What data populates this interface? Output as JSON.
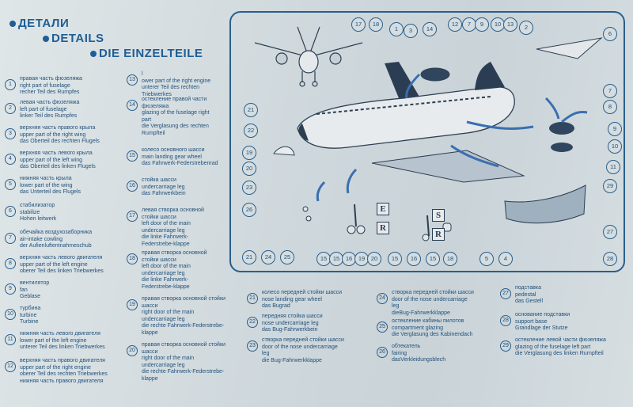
{
  "headings": [
    "ДЕТАЛИ",
    "DETAILS",
    "DIE EINZELTEILE"
  ],
  "parts_left": [
    {
      "n": "1",
      "text": "правая часть фюзеляжа\nright part of fuselage\nrecher Teil des Rumpfes"
    },
    {
      "n": "2",
      "text": "левая часть фюзеляжа\nleft part of fuselage\nlinker Teil des Rumpfes"
    },
    {
      "n": "3",
      "text": "верхняя часть правого крыла\nupper part of the right wing\ndas Oberteil des rechten Flugels"
    },
    {
      "n": "4",
      "text": "верхняя часть левого крыла\nupper part of the left wing\ndas Oberteil des linken Flugels"
    },
    {
      "n": "5",
      "text": "нижняя часть крыла\nlower part of the wing\ndas Unterteil des Flugels"
    },
    {
      "n": "6",
      "text": "стабилизатор\nstabilize\nHohen leitwerk"
    },
    {
      "n": "7",
      "text": "обечайка воздухозаборника\nair-intake cowling\nder Aufienluftentnahmeschub"
    },
    {
      "n": "8",
      "text": "верхняя часть левого двигателя\nupper part of the left engine\noberer Teil des linken Triebwerkes"
    },
    {
      "n": "9",
      "text": "вентилятор\nfan\nGeblase"
    },
    {
      "n": "10",
      "text": "турбина\nturbine\nTurbine"
    },
    {
      "n": "11",
      "text": "нижняя часть левого двигателя\nlower part of the left engine\nunterer Teil des linken Triebwerkes"
    },
    {
      "n": "12",
      "text": "верхняя часть правого двигателя\nupper part of the right engine\noberer Teil des rechten Triebwerkes\nнижняя часть правого двигателя"
    }
  ],
  "parts_mid": [
    {
      "n": "13",
      "text": "l\nower part of the right engine\nunterer Teil des rechten\nTriebwerkes"
    },
    {
      "n": "14",
      "text": "остекление правой части\nфюзеляжа\nglazing of the fuselage right\npart\ndie Verglasung des rechten\nRumpfteil"
    },
    {
      "n": "15",
      "text": "колесо основного шасси\nmain landing gear wheel\ndas Fahrwerk-Federstrebenrad"
    },
    {
      "n": "16",
      "text": "стойка шасси\nundercarriage leg\ndas Fahrwerkbein"
    },
    {
      "n": "17",
      "text": "левая створка основной\nстойки шасси\nleft door of the main\nundercarriage leg\ndie linke Fahrwerk-\nFederstrebe-klappe"
    },
    {
      "n": "18",
      "text": "правая створка основной\nстойки шасси\nleft door of the main\nundercarriage leg\ndie linke Fahrwerk-\nFederstrebe-klappe"
    },
    {
      "n": "19",
      "text": "правая створка основной стойки\nшасси\nright door of the main\nundercarriage leg\ndie rechte Fahrwerk-Federstrebe-\nklappe"
    },
    {
      "n": "20",
      "text": "правая створка основной стойки\nшасси\nright door of the main\nundercarriage leg\ndie rechte Fahrwerk-Federstrebe-\nklappe"
    }
  ],
  "parts_right": [
    {
      "n": "21",
      "text": "колесо передней стойки шасси\nnose landing gear wheel\ndas Bugrad"
    },
    {
      "n": "22",
      "text": "передняя стойка шасси\nnose undercarriage leg\ndas Bug-Fahrwerkbein"
    },
    {
      "n": "23",
      "text": "створка передней стойки шасси\ndoor of the nose undercarriage\nleg\ndie Bug-Fahrwerkklappe"
    },
    {
      "n": "24",
      "text": "створка передней стойки шасси\ndoor of the nose undercarriage\nleg\ndieBug-Fahrwerkklappe"
    },
    {
      "n": "25",
      "text": "остекление кабины пилотов\ncompartment glazing\ndie Verglasung des Kabinendach"
    },
    {
      "n": "26",
      "text": "обтекатель\nfairing\ndasVerkleidungsblech"
    },
    {
      "n": "27",
      "text": "подставка\npedestal\ndas Gestell"
    },
    {
      "n": "28",
      "text": "основание подставки\nsupport base\nGrandlage der Stutze"
    },
    {
      "n": "29",
      "text": "остекление левой части фюзеляжа\nglazing of the fuselage left part\ndie Verglasung des linken Rurnpfteil"
    }
  ],
  "callouts": [
    "17",
    "18",
    "1",
    "3",
    "14",
    "12",
    "7",
    "9",
    "10",
    "13",
    "2",
    "6",
    "7",
    "8",
    "9",
    "10",
    "11",
    "29",
    "27",
    "28",
    "4",
    "5",
    "18",
    "15",
    "16",
    "15",
    "15",
    "15",
    "16",
    "19",
    "20",
    "21",
    "22",
    "21",
    "24",
    "25",
    "26",
    "23",
    "20",
    "19"
  ],
  "letters": [
    "E",
    "R",
    "S",
    "R"
  ],
  "colors": {
    "ink": "#1f5e94",
    "paper": "#d4dcdf",
    "arrow": "#3a6fb0"
  }
}
